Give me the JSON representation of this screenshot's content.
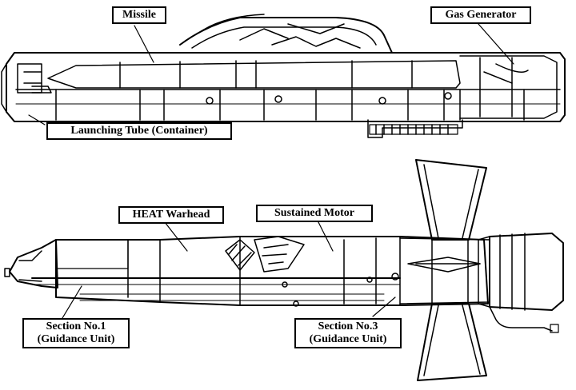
{
  "labels": {
    "missile": "Missile",
    "gas_generator": "Gas Generator",
    "launching_tube": "Launching Tube (Container)",
    "heat_warhead": "HEAT Warhead",
    "sustained_motor": "Sustained Motor",
    "section1_line1": "Section No.1",
    "section1_line2": "(Guidance Unit)",
    "section3_line1": "Section No.3",
    "section3_line2": "(Guidance Unit)"
  },
  "colors": {
    "ink": "#000000",
    "paper": "#ffffff"
  }
}
